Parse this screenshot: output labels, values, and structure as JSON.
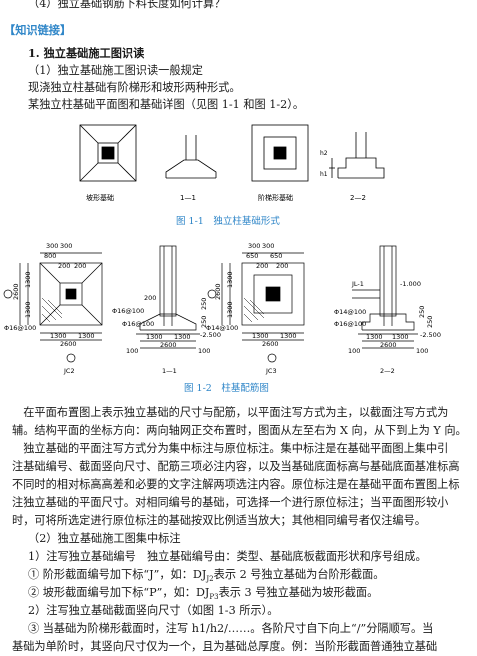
{
  "q4": "（4）独立基础钢筋下料长度如何计算？",
  "section_tag": "【知识链接】",
  "h1": "1. 独立基础施工图识读",
  "s1": "（1）独立基础施工图识读一般规定",
  "p1": "现浇独立柱基础有阶梯形和坡形两种形式。",
  "p2": "某独立柱基础平面图和基础详图（见图 1-1 和图 1-2）。",
  "fig1": {
    "labels": [
      "坡形基础",
      "1—1",
      "阶梯形基础",
      "2—2"
    ],
    "caption": "图 1-1　独立柱基础形式",
    "dims": [
      "h1",
      "h2"
    ]
  },
  "fig2": {
    "caption": "图 1-2　柱基配筋图",
    "labels": [
      "JC2",
      "1—1",
      "JC3",
      "2—2"
    ],
    "a_top": [
      "300",
      "300",
      "800",
      "200",
      "200"
    ],
    "a_left": [
      "2600",
      "1300",
      "1300"
    ],
    "a_bottom": [
      "1300",
      "1300",
      "2600"
    ],
    "a_rebar": "Φ16@100",
    "b_rebar": [
      "Φ16@100",
      "Φ16@100"
    ],
    "b_dims": [
      "200",
      "250",
      "250",
      "-2.500",
      "1300",
      "1300",
      "2600",
      "100",
      "100"
    ],
    "c_top": [
      "300",
      "300",
      "650",
      "650",
      "200",
      "200"
    ],
    "c_left": [
      "2600",
      "1300",
      "1300"
    ],
    "c_bottom": [
      "1300",
      "1300",
      "2600"
    ],
    "c_rebar": "Φ14@100",
    "d_labels": [
      "JL-1",
      "-1.000"
    ],
    "d_rebar": [
      "Φ14@100",
      "Φ16@100"
    ],
    "d_dims": [
      "250",
      "250",
      "-2.500",
      "1300",
      "1300",
      "100",
      "2600",
      "100"
    ]
  },
  "para": [
    "　在平面布置图上表示独立基础的尺寸与配筋，以平面注写方式为主，以截面注写方式为",
    "辅。结构平面的坐标方向：两向轴网正交布置时，图面从左至右为 X 向，从下到上为 Y 向。",
    "　独立基础的平面注写方式分为集中标注与原位标注。集中标注是在基础平面图上集中引",
    "注基础编号、截面竖向尺寸、配筋三项必注内容，以及当基础底面标高与基础底面基准标高",
    "不同时的相对标高高差和必要的文字注解两项选注内容。原位标注是在基础平面布置图上标",
    "注独立基础的平面尺寸。对相同编号的基础，可选择一个进行原位标注；当平面图形较小",
    "时，可将所选定进行原位标注的基础按双比例适当放大；其他相同编号者仅注编号。"
  ],
  "s2": "（2）独立基础施工图集中标注",
  "list": [
    "1）注写独立基础编号　独立基础编号由：类型、基础底板截面形状和序号组成。",
    "① 阶形截面编号加下标“J”，如：DJ",
    "② 坡形截面编号加下标“P”，如：DJ",
    "2）注写独立基础截面竖向尺寸（如图 1-3 所示）。",
    "③ 当基础为阶梯形截面时，注写 h1/h2/……。各阶尺寸自下向上“/”分隔顺写。当",
    "基础为单阶时，其竖向尺寸仅为一个，且为基础总厚度。例：当阶形截面普通独立基础"
  ],
  "list_sub": [
    "J2",
    "P3"
  ],
  "list_tail": [
    "表示 2 号独立基础为台阶形截面。",
    "表示 3 号独立基础为坡形截面。"
  ]
}
